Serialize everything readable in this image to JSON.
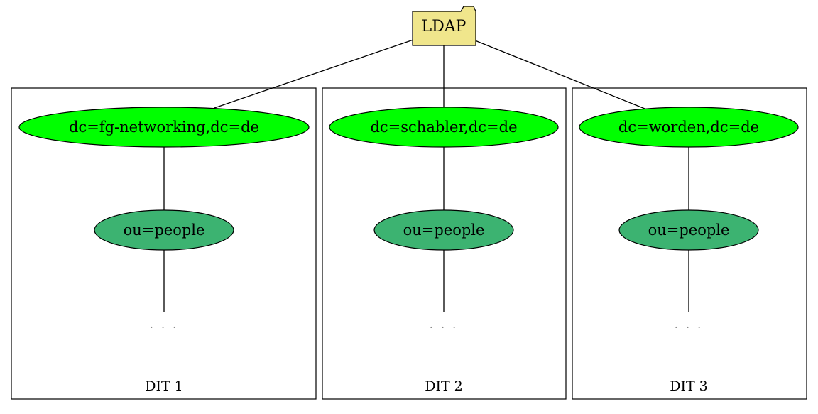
{
  "root": {
    "label": "LDAP",
    "fill": "#f0e68c"
  },
  "colors": {
    "domain_fill": "#00ff00",
    "ou_fill": "#3cb371",
    "line": "#000000"
  },
  "clusters": [
    {
      "label": "DIT 1",
      "domain": "dc=fg-networking,dc=de",
      "ou": "ou=people",
      "more": ". . ."
    },
    {
      "label": "DIT 2",
      "domain": "dc=schabler,dc=de",
      "ou": "ou=people",
      "more": ". . ."
    },
    {
      "label": "DIT 3",
      "domain": "dc=worden,dc=de",
      "ou": "ou=people",
      "more": ". . ."
    }
  ]
}
